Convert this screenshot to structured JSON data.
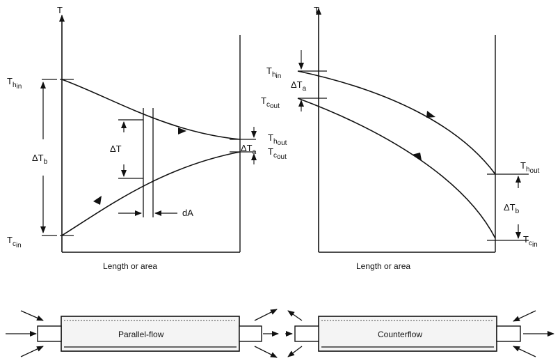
{
  "left_diagram": {
    "axis_label": "T",
    "x_label": "Length or area",
    "T_h_in": {
      "main": "T",
      "sub": "h",
      "subsub": "in"
    },
    "T_c_in": {
      "main": "T",
      "sub": "c",
      "subsub": "in"
    },
    "T_h_out": {
      "main": "T",
      "sub": "h",
      "subsub": "out"
    },
    "T_c_out": {
      "main": "T",
      "sub": "c",
      "subsub": "out"
    },
    "delta_T_b": {
      "main": "ΔT",
      "sub": "b"
    },
    "delta_T": "ΔT",
    "delta_T_a": {
      "main": "ΔT",
      "sub": "a"
    },
    "dA": "dA"
  },
  "right_diagram": {
    "axis_label": "T",
    "x_label": "Length or area",
    "T_h_in": {
      "main": "T",
      "sub": "h",
      "subsub": "in"
    },
    "T_c_out": {
      "main": "T",
      "sub": "c",
      "subsub": "out"
    },
    "T_h_out": {
      "main": "T",
      "sub": "h",
      "subsub": "out"
    },
    "T_c_in": {
      "main": "T",
      "sub": "c",
      "subsub": "in"
    },
    "delta_T_a": {
      "main": "ΔT",
      "sub": "a"
    },
    "delta_T_b": {
      "main": "ΔT",
      "sub": "b"
    }
  },
  "exchangers": {
    "parallel_label": "Parallel-flow",
    "counter_label": "Counterflow"
  },
  "colors": {
    "ink": "#111111",
    "tube_fill": "#f4f4f4"
  }
}
